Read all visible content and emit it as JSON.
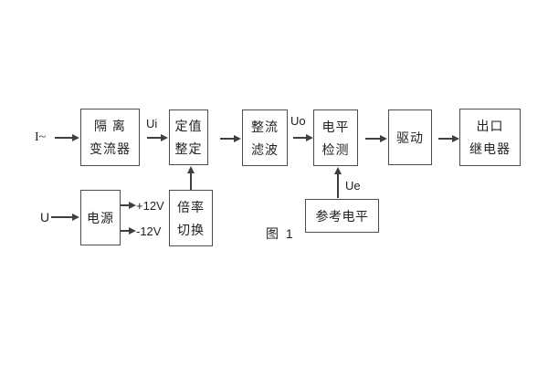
{
  "caption": "图 1",
  "blocks": [
    {
      "name": "isolation-transformer",
      "lines": [
        "隔 离",
        "变流器"
      ]
    },
    {
      "name": "setpoint-adjust",
      "lines": [
        "定值",
        "整定"
      ]
    },
    {
      "name": "rectify-filter",
      "lines": [
        "整流",
        "滤波"
      ]
    },
    {
      "name": "level-detect",
      "lines": [
        "电平",
        "检测"
      ]
    },
    {
      "name": "drive",
      "lines": [
        "驱动"
      ]
    },
    {
      "name": "output-relay",
      "lines": [
        "出口",
        "继电器"
      ]
    },
    {
      "name": "power-supply",
      "lines": [
        "电源"
      ]
    },
    {
      "name": "ratio-switch",
      "lines": [
        "倍率",
        "切换"
      ]
    },
    {
      "name": "reference-level",
      "lines": [
        "参考电平"
      ]
    }
  ],
  "labels": {
    "input_current": "I~",
    "ui": "Ui",
    "uo": "Uo",
    "input_voltage": "U",
    "plus_12v": "+12V",
    "minus_12v": "-12V",
    "ue": "Ue"
  },
  "colors": {
    "line": "#3f3f3f",
    "border": "#4d4d4d",
    "text": "#222222",
    "background": "#ffffff"
  }
}
